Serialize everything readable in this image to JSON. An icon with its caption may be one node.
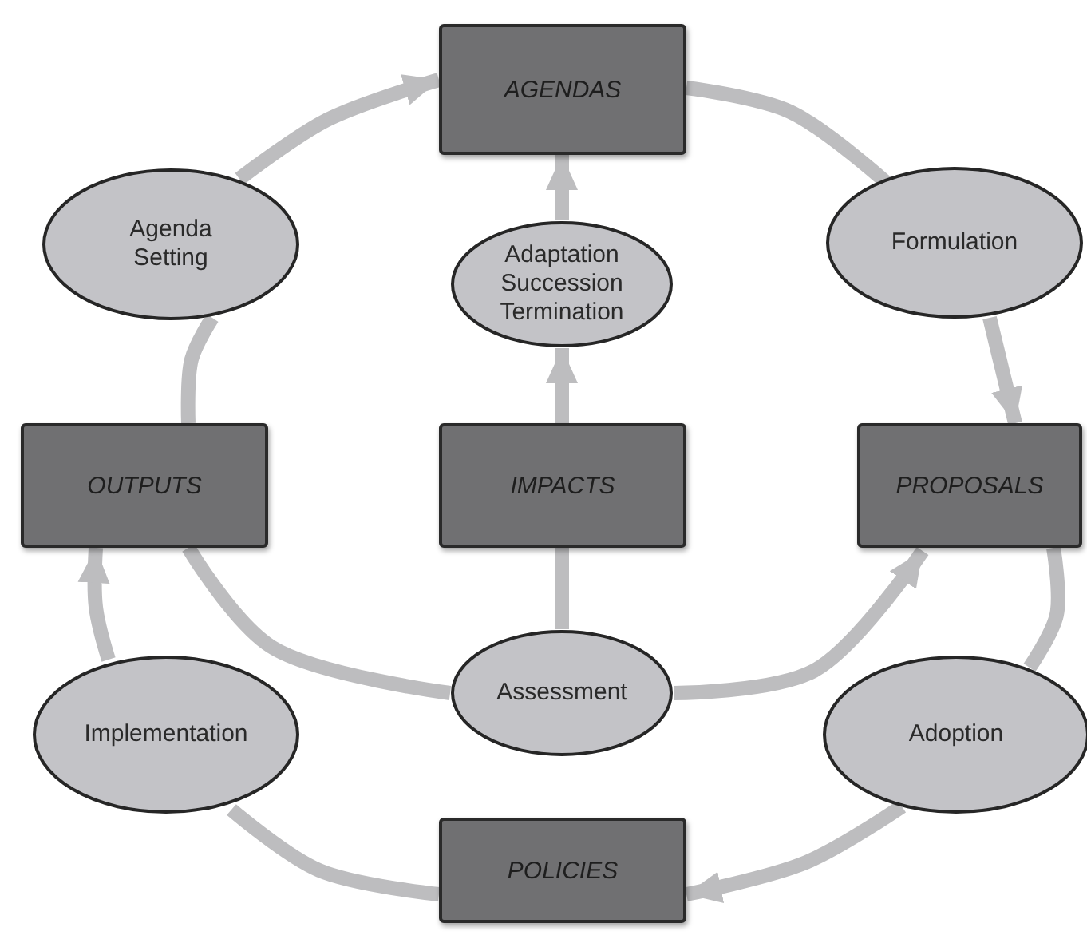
{
  "diagram": {
    "nodes": [
      {
        "text": [
          "AGENDAS"
        ]
      },
      {
        "text": [
          "Agenda Setting"
        ]
      },
      {
        "text": [
          "Adaptation Succession Termination"
        ]
      },
      {
        "text": [
          "Formulation"
        ]
      },
      {
        "text": [
          "OUTPUTS"
        ]
      },
      {
        "text": [
          "IMPACTS"
        ]
      },
      {
        "text": [
          "PROPOSALS"
        ]
      },
      {
        "text": [
          "Assessment"
        ]
      },
      {
        "text": [
          "Implementation"
        ]
      },
      {
        "text": [
          "Adoption"
        ]
      },
      {
        "text": [
          "POLICIES"
        ]
      }
    ],
    "edges": [
      {
        "from": 4,
        "to": 1,
        "arrow": "none"
      },
      {
        "from": 1,
        "to": 0,
        "arrow": "to"
      },
      {
        "from": 0,
        "to": 3,
        "arrow": "none"
      },
      {
        "from": 3,
        "to": 6,
        "arrow": "to"
      },
      {
        "from": 6,
        "to": 9,
        "arrow": "none"
      },
      {
        "from": 9,
        "to": 10,
        "arrow": "to"
      },
      {
        "from": 10,
        "to": 8,
        "arrow": "none"
      },
      {
        "from": 8,
        "to": 4,
        "arrow": "to"
      },
      {
        "from": 5,
        "to": 2,
        "arrow": "to"
      },
      {
        "from": 2,
        "to": 0,
        "arrow": "to"
      },
      {
        "from": 4,
        "to": 7,
        "arrow": "none"
      },
      {
        "from": 5,
        "to": 7,
        "arrow": "none"
      },
      {
        "from": 7,
        "to": 6,
        "arrow": "to"
      }
    ]
  }
}
